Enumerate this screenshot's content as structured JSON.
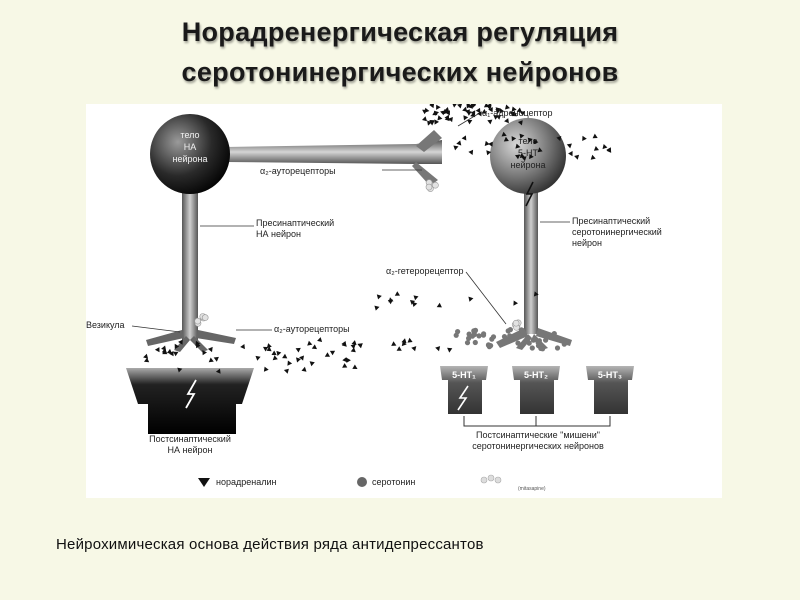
{
  "slide": {
    "title_line1": "Норадренергическая регуляция",
    "title_line2": "серотонинергических нейронов",
    "caption": "Нейрохимическая основа действия ряда антидепрессантов"
  },
  "diagram": {
    "na_soma": [
      "тело",
      "НА",
      "нейрона"
    ],
    "ht_soma": [
      "тело",
      "5-НТ",
      "нейрона"
    ],
    "alpha1": "α₁-адреноцептор",
    "alpha2_auto_top": "α₂-ауторецепторы",
    "presyn_na": [
      "Пресинаптический",
      "НА нейрон"
    ],
    "presyn_5ht": [
      "Пресинаптический",
      "серотонинергический",
      "нейрон"
    ],
    "alpha2_hetero": "α₂-гетерорецептор",
    "vesicle": "Везикула",
    "alpha2_auto_bottom": "α₂-ауторецепторы",
    "postsyn_na": [
      "Постсинаптический",
      "НА нейрон"
    ],
    "receptors": [
      "5-НТ₁",
      "5-НТ₂",
      "5-НТ₃"
    ],
    "postsyn_targets": [
      "Постсинаптические \"мишени\"",
      "серотонинергических нейронов"
    ],
    "legend_na": "норадреналин",
    "legend_5ht": "серотонин",
    "legend_small": "(mitasapine)"
  },
  "colors": {
    "background": "#f7f8e6",
    "figure_background": "#ffffff",
    "neuron_dark": "#111111",
    "neuron_gray": "#888888"
  }
}
